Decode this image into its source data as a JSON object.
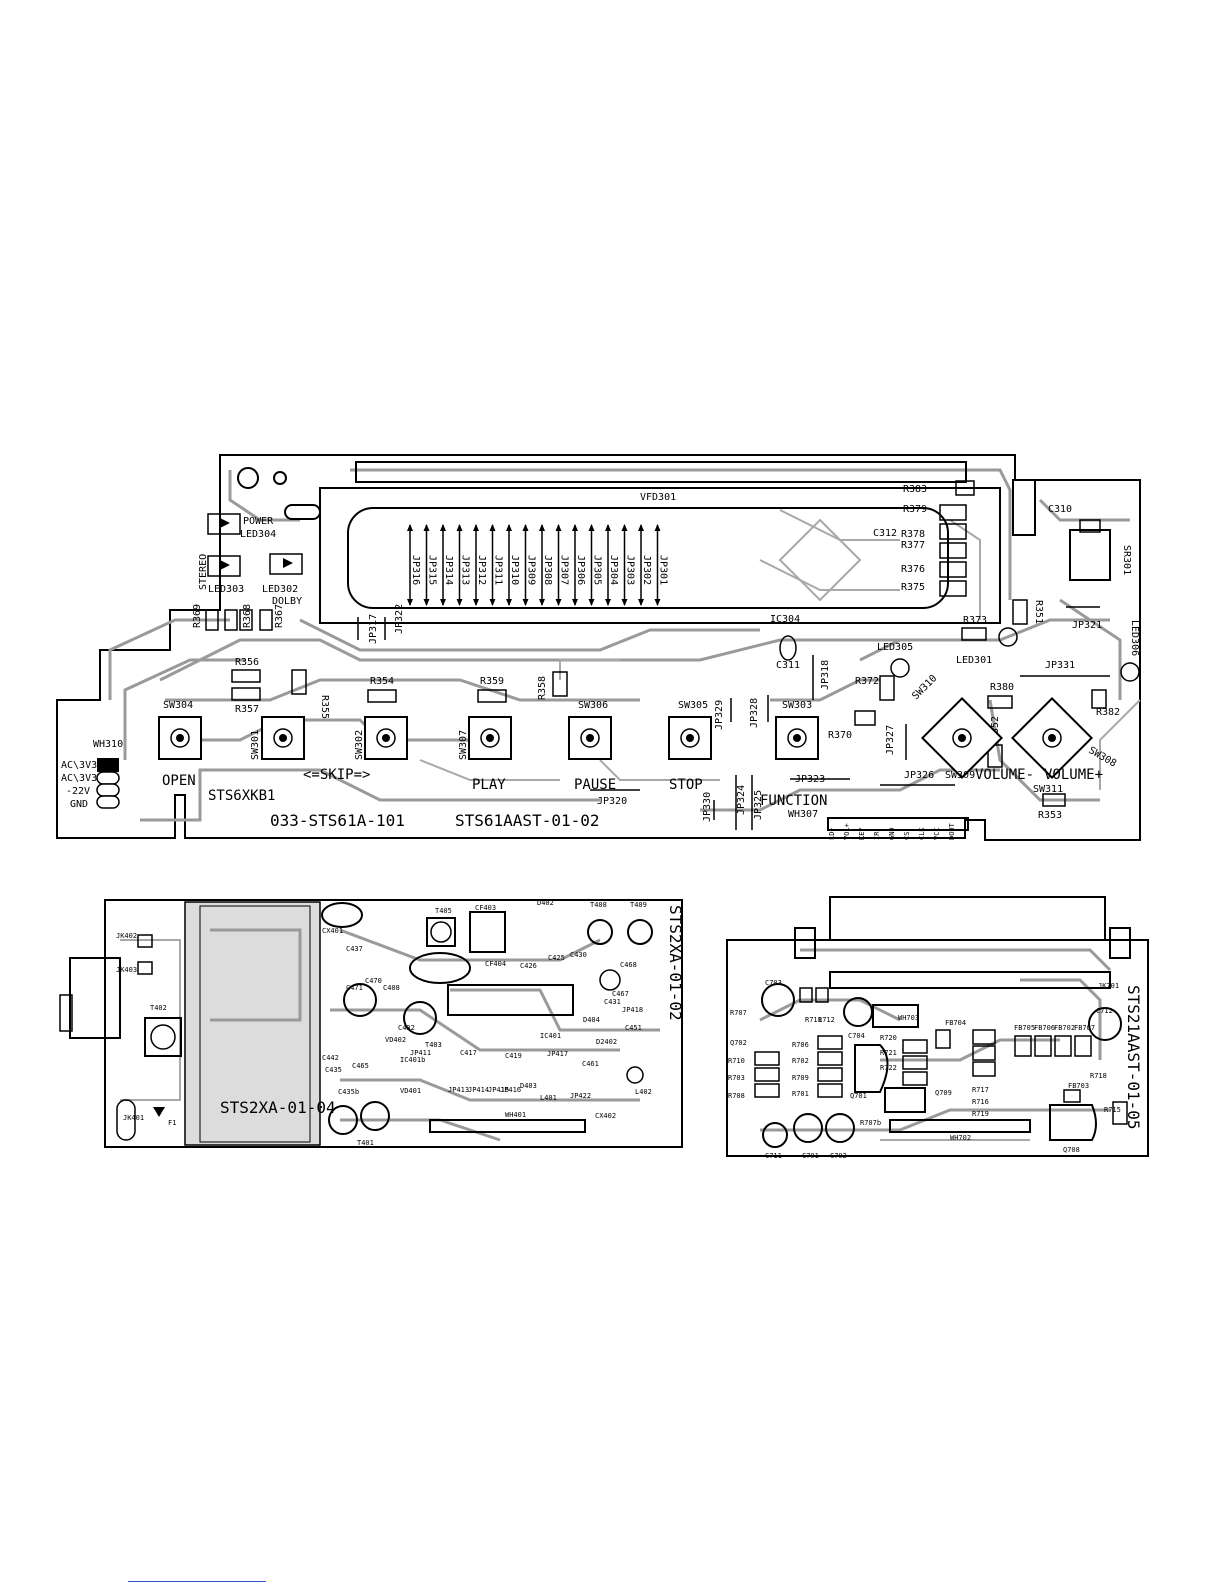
{
  "board1": {
    "vfd": "VFD301",
    "ic": "IC304",
    "jumpers_vfd": [
      "JP316",
      "JP315",
      "JP314",
      "JP313",
      "JP312",
      "JP311",
      "JP310",
      "JP309",
      "JP308",
      "JP307",
      "JP306",
      "JP305",
      "JP304",
      "JP303",
      "JP302",
      "JP301"
    ],
    "leds": {
      "power": "POWER",
      "led304": "LED304",
      "stereo": "STEREO",
      "led303": "LED303",
      "led302": "LED302",
      "dolby": "DOLBY",
      "led305": "LED305",
      "led301": "LED301",
      "led306": "LED306"
    },
    "resistors": {
      "r369": "R369",
      "r368": "R368",
      "r367": "R367",
      "r356": "R356",
      "r357": "R357",
      "r355": "R355",
      "r354": "R354",
      "r359": "R359",
      "r358": "R358",
      "r383": "R383",
      "r379": "R379",
      "r378": "R378",
      "r377": "R377",
      "r376": "R376",
      "r375": "R375",
      "r373": "R373",
      "r351": "R351",
      "r372": "R372",
      "r370": "R370",
      "r380": "R380",
      "r352": "R352",
      "r382": "R382",
      "r353": "R353"
    },
    "caps": {
      "c310": "C310",
      "c312": "C312",
      "c311": "C311"
    },
    "misc": {
      "sr301": "SR301",
      "jp317": "JP317",
      "jp322": "JP322",
      "jp321": "JP321",
      "jp331": "JP331",
      "jp318": "JP318",
      "jp329": "JP329",
      "jp328": "JP328",
      "jp327": "JP327",
      "jp323": "JP323",
      "jp326": "JP326",
      "jp320": "JP320",
      "jp330": "JP330",
      "jp324": "JP324",
      "jp325": "JP325",
      "wh307": "WH307",
      "wh310": "WH310"
    },
    "switches": {
      "sw304": "SW304",
      "sw301": "SW301",
      "sw302": "SW302",
      "sw307": "SW307",
      "sw306": "SW306",
      "sw305": "SW305",
      "sw303": "SW303",
      "sw310": "SW310",
      "sw309": "SW309",
      "sw308": "SW308",
      "sw311": "SW311"
    },
    "button_labels": {
      "open": "OPEN",
      "skip": "<=SKIP=>",
      "play": "PLAY",
      "pause": "PAUSE",
      "stop": "STOP",
      "function": "FUNCTION",
      "vol_minus": "VOLUME-",
      "vol_plus": "VOLUME+"
    },
    "connector_pins": [
      "AC\\3V3",
      "AC\\3V3",
      "-22V",
      "GND"
    ],
    "wh307_pins": [
      "LD+",
      "VOL+",
      "KEY",
      "IR",
      "GND",
      "CS",
      "CLK",
      "VCC",
      "DOUT"
    ],
    "model": "STS6XKB1",
    "part1": "033-STS61A-101",
    "part2": "STS61AAST-01-02"
  },
  "board2": {
    "title_main": "STS2XA-01-04",
    "title_side": "STS2XA-01-02",
    "labels": [
      "JK402",
      "JK403",
      "T402",
      "JK401",
      "F1",
      "CX401",
      "C437",
      "C470",
      "C471",
      "C408",
      "T405",
      "CF403",
      "D402",
      "T408",
      "T409",
      "CF404",
      "C426",
      "C425",
      "C430",
      "C468",
      "C467",
      "JP418",
      "C431",
      "C451",
      "D404",
      "IC401",
      "D2402",
      "C461",
      "C417",
      "C419",
      "JP417",
      "C442",
      "C465",
      "C435",
      "JP413",
      "JP414",
      "JP415",
      "JP416",
      "VD402",
      "JP411",
      "C432",
      "T403",
      "IC401b",
      "VD401",
      "T401",
      "C435b",
      "L402",
      "L401",
      "D403",
      "JP422",
      "CX402",
      "WH401"
    ]
  },
  "board3": {
    "title_side": "STS21AAST-01-05",
    "labels": [
      "JK701",
      "R707",
      "C703",
      "R711",
      "R712",
      "C704",
      "WH703",
      "FB704",
      "FB705",
      "FB706",
      "FB702",
      "FB707",
      "C712",
      "Q702",
      "R710",
      "R703",
      "R708",
      "R706",
      "R702",
      "R709",
      "R701",
      "R720",
      "R721",
      "R722",
      "Q701",
      "R707b",
      "Q709",
      "R717",
      "R716",
      "R719",
      "FB703",
      "R715",
      "R718",
      "Q708",
      "C711",
      "C701",
      "C702",
      "WH702"
    ]
  }
}
